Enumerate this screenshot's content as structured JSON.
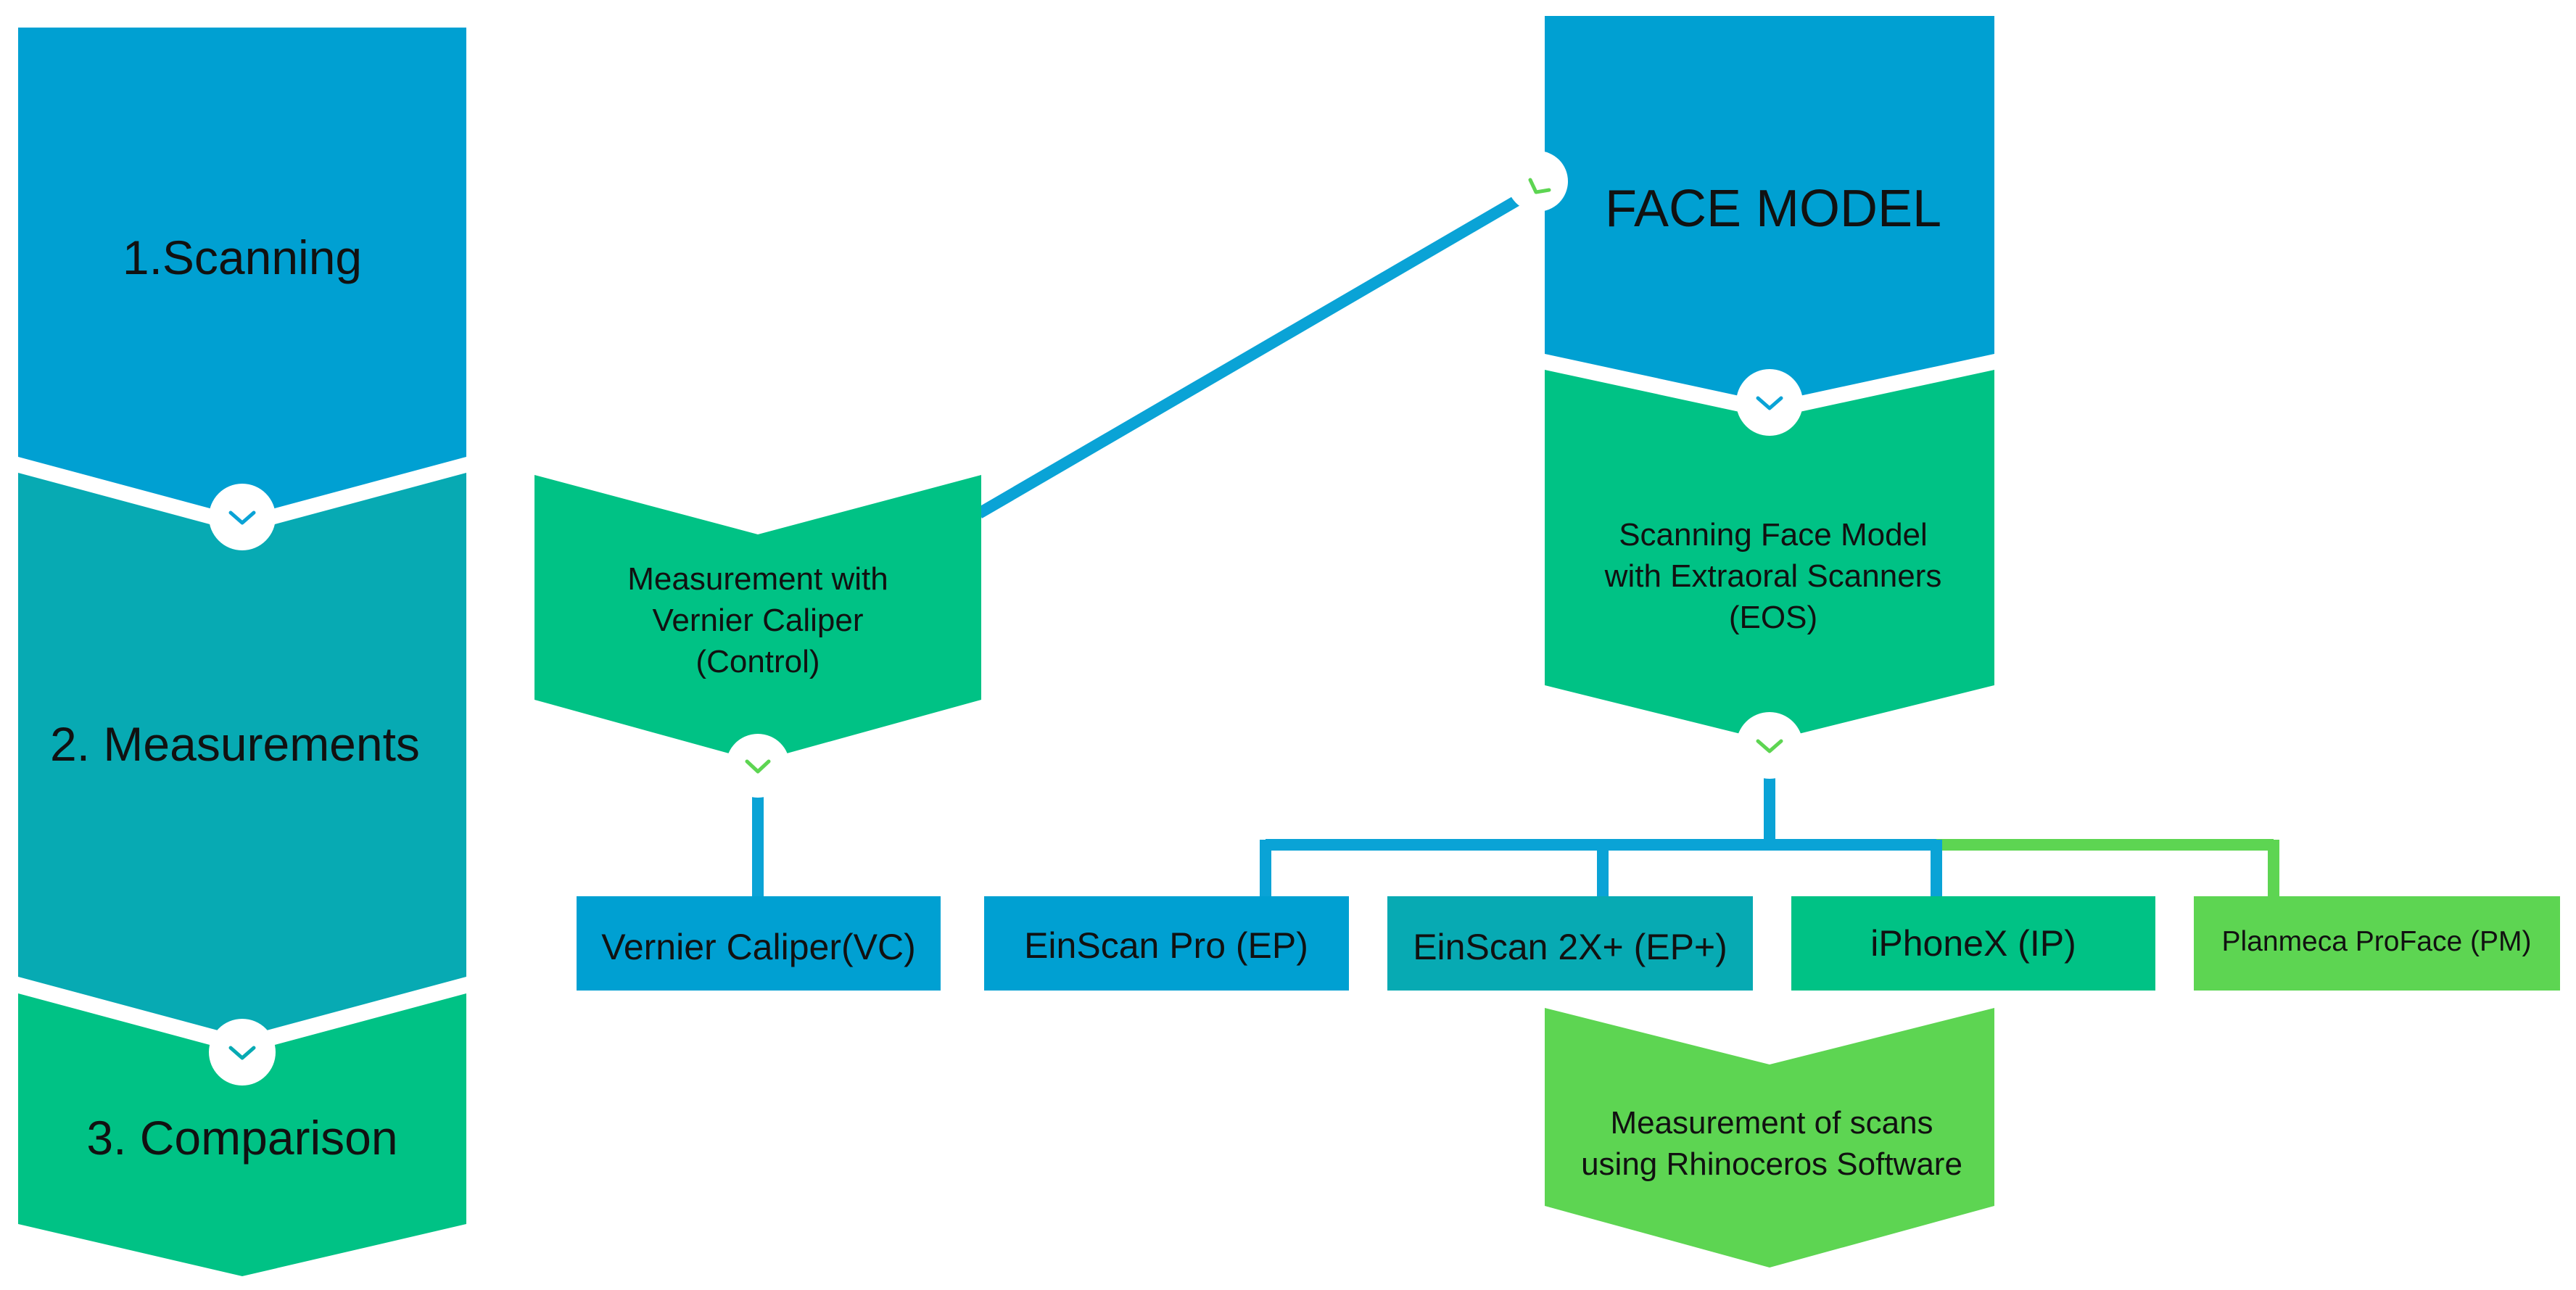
{
  "colors": {
    "blue": "#00a0d2",
    "teal": "#07aab3",
    "green": "#00c285",
    "light_green": "#5dd552",
    "connector_blue": "#0aa3d6",
    "connector_green": "#5dd552",
    "circle_fill": "#ffffff",
    "text": "#111111"
  },
  "icons": {
    "chevron": "chevron-down-icon",
    "check": "check-icon"
  },
  "phases": [
    {
      "label": "1.Scanning"
    },
    {
      "label": "2. Measurements"
    },
    {
      "label": "3. Comparison"
    }
  ],
  "face_model": {
    "label": "FACE MODEL"
  },
  "vernier_measurement": {
    "lines": [
      "Measurement with",
      "Vernier Caliper",
      "(Control)"
    ]
  },
  "eos_scanning": {
    "lines": [
      "Scanning Face Model",
      "with Extraoral Scanners",
      "(EOS)"
    ]
  },
  "devices": [
    {
      "label": "Vernier Caliper(VC)"
    },
    {
      "label": "EinScan Pro (EP)"
    },
    {
      "label": "EinScan 2X+ (EP+)"
    },
    {
      "label": "iPhoneX  (IP)"
    },
    {
      "label": "Planmeca ProFace (PM)"
    }
  ],
  "rhino_measurement": {
    "lines": [
      "Measurement of scans",
      "using Rhinoceros Software"
    ]
  }
}
